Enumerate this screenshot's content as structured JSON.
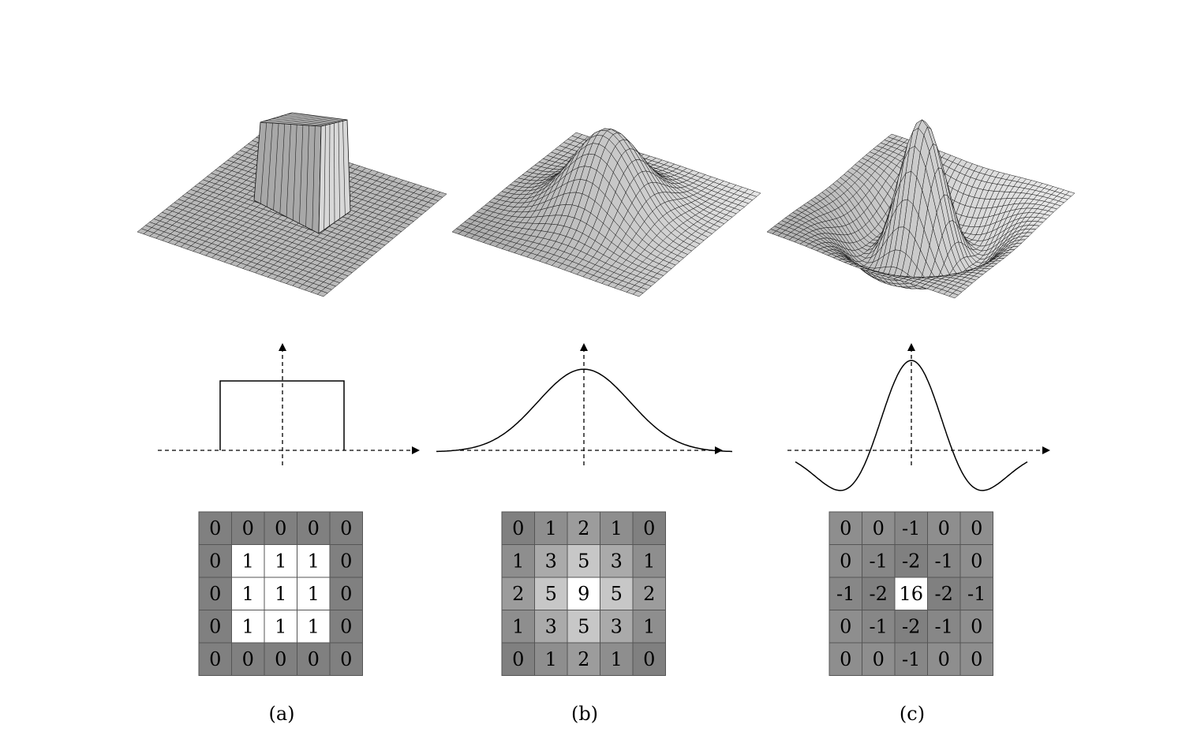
{
  "panels": [
    {
      "caption": "(a)",
      "surface": "box",
      "kernel": [
        [
          0,
          0,
          0,
          0,
          0
        ],
        [
          0,
          1,
          1,
          1,
          0
        ],
        [
          0,
          1,
          1,
          1,
          0
        ],
        [
          0,
          1,
          1,
          1,
          0
        ],
        [
          0,
          0,
          0,
          0,
          0
        ]
      ]
    },
    {
      "caption": "(b)",
      "surface": "gaussian",
      "kernel": [
        [
          0,
          1,
          2,
          1,
          0
        ],
        [
          1,
          3,
          5,
          3,
          1
        ],
        [
          2,
          5,
          9,
          5,
          2
        ],
        [
          1,
          3,
          5,
          3,
          1
        ],
        [
          0,
          1,
          2,
          1,
          0
        ]
      ]
    },
    {
      "caption": "(c)",
      "surface": "mexican-hat",
      "kernel": [
        [
          0,
          0,
          -1,
          0,
          0
        ],
        [
          0,
          -1,
          -2,
          -1,
          0
        ],
        [
          -1,
          -2,
          16,
          -2,
          -1
        ],
        [
          0,
          -1,
          -2,
          -1,
          0
        ],
        [
          0,
          0,
          -1,
          0,
          0
        ]
      ]
    }
  ],
  "colors": {
    "surface_fill": "#b8b8b8",
    "surface_line": "#000000",
    "ink": "#000000",
    "cell_border": "#555555"
  }
}
